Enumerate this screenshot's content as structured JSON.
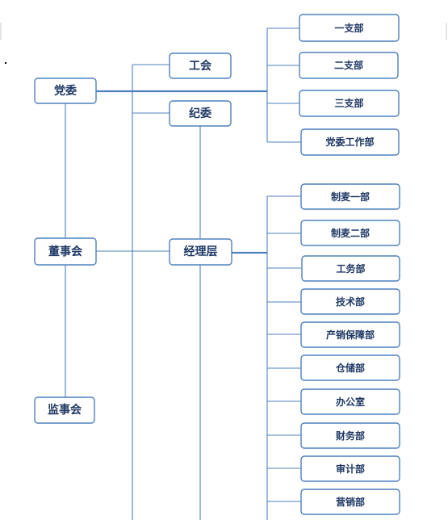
{
  "org_chart": {
    "top_level": {
      "party_committee": "党委",
      "board_of_directors": "董事会",
      "board_of_supervisors": "监事会"
    },
    "middle_level": {
      "trade_union": "工会",
      "discipline_committee": "纪委",
      "management": "经理层"
    },
    "party_branches": [
      "一支部",
      "二支部",
      "三支部",
      "党委工作部"
    ],
    "departments": [
      "制麦一部",
      "制麦二部",
      "工务部",
      "技术部",
      "产销保障部",
      "仓储部",
      "办公室",
      "财务部",
      "审计部",
      "营销部"
    ],
    "colors": {
      "line": "#4f81bd",
      "text": "#1f3864",
      "box_fill": "#ffffff"
    }
  }
}
